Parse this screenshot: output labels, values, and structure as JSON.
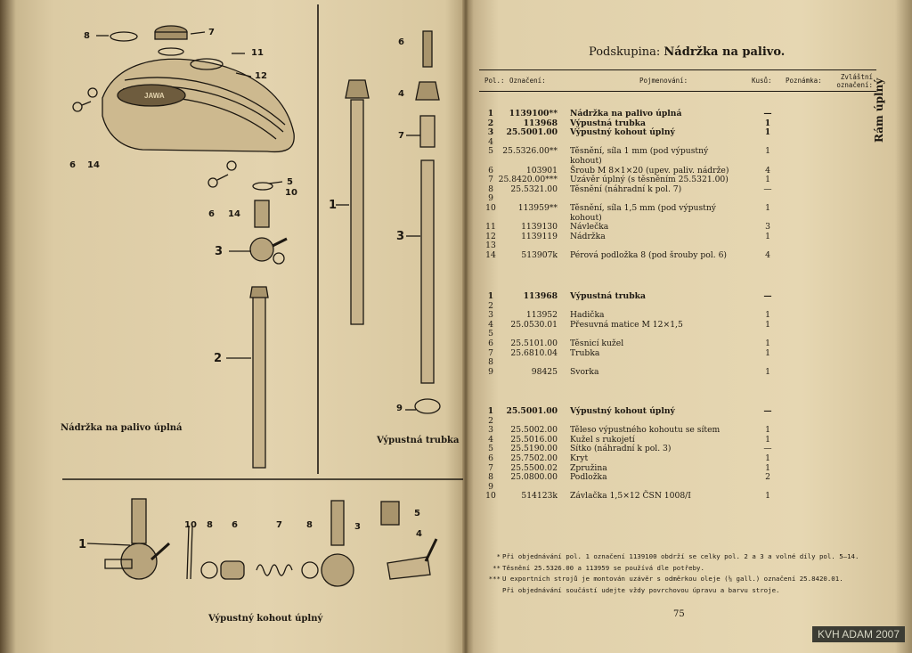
{
  "left_page": {
    "caption_tank": "Nádržka na palivo úplná",
    "caption_tube": "Výpustná trubka",
    "caption_cock": "Výpustný kohout úplný",
    "tank_brand": "JAWA",
    "callouts_tank": [
      "8",
      "7",
      "11",
      "12",
      "6",
      "14",
      "5",
      "10",
      "6",
      "14",
      "3",
      "2"
    ],
    "callouts_tube": [
      "6",
      "4",
      "7",
      "1",
      "3",
      "9"
    ],
    "callouts_cock": [
      "1",
      "10",
      "8",
      "6",
      "7",
      "8",
      "3",
      "5",
      "4"
    ]
  },
  "right_page": {
    "title_prefix": "Podskupina:",
    "title_main": "Nádržka na palivo.",
    "side_label": "Rám úplný",
    "headers": {
      "pos": "Pol.:",
      "code": "Označení:",
      "name": "Pojmenování:",
      "qty": "Kusů:",
      "note": "Poznámka:",
      "alt": "Zvláštní označení:"
    },
    "groups": [
      {
        "rows": [
          {
            "pos": "1",
            "code": "1139100**",
            "name": "Nádržka na palivo úplná",
            "qty": "—",
            "bold": true
          },
          {
            "pos": "2",
            "code": "113968",
            "name": "Výpustná trubka",
            "qty": "1",
            "bold": true
          },
          {
            "pos": "3",
            "code": "25.5001.00",
            "name": "Výpustný kohout úplný",
            "qty": "1",
            "bold": true
          },
          {
            "pos": "4",
            "code": "",
            "name": "",
            "qty": ""
          },
          {
            "pos": "5",
            "code": "25.5326.00**",
            "name": "Těsnění, síla 1 mm (pod výpustný",
            "qty": "1"
          },
          {
            "pos": "",
            "code": "",
            "name": "kohout)",
            "qty": ""
          },
          {
            "pos": "6",
            "code": "103901",
            "name": "Šroub M 8×1×20 (upev. paliv. nádrže)",
            "qty": "4"
          },
          {
            "pos": "7",
            "code": "25.8420.00***",
            "name": "Uzávěr úplný (s těsněním 25.5321.00)",
            "qty": "1"
          },
          {
            "pos": "8",
            "code": "25.5321.00",
            "name": "Těsnění (náhradní k pol. 7)",
            "qty": "—"
          },
          {
            "pos": "9",
            "code": "",
            "name": "",
            "qty": ""
          },
          {
            "pos": "10",
            "code": "113959**",
            "name": "Těsnění, síla 1,5 mm (pod výpustný",
            "qty": "1"
          },
          {
            "pos": "",
            "code": "",
            "name": "kohout)",
            "qty": ""
          },
          {
            "pos": "11",
            "code": "1139130",
            "name": "Návlečka",
            "qty": "3"
          },
          {
            "pos": "12",
            "code": "1139119",
            "name": "Nádržka",
            "qty": "1"
          },
          {
            "pos": "13",
            "code": "",
            "name": "",
            "qty": ""
          },
          {
            "pos": "14",
            "code": "513907k",
            "name": "Pérová podložka 8 (pod šrouby pol. 6)",
            "qty": "4"
          }
        ]
      },
      {
        "rows": [
          {
            "pos": "1",
            "code": "113968",
            "name": "Výpustná trubka",
            "qty": "—",
            "bold": true
          },
          {
            "pos": "2",
            "code": "",
            "name": "",
            "qty": ""
          },
          {
            "pos": "3",
            "code": "113952",
            "name": "Hadička",
            "qty": "1"
          },
          {
            "pos": "4",
            "code": "25.0530.01",
            "name": "Přesuvná matice M 12×1,5",
            "qty": "1"
          },
          {
            "pos": "5",
            "code": "",
            "name": "",
            "qty": ""
          },
          {
            "pos": "6",
            "code": "25.5101.00",
            "name": "Těsnicí kužel",
            "qty": "1"
          },
          {
            "pos": "7",
            "code": "25.6810.04",
            "name": "Trubka",
            "qty": "1"
          },
          {
            "pos": "8",
            "code": "",
            "name": "",
            "qty": ""
          },
          {
            "pos": "9",
            "code": "98425",
            "name": "Svorka",
            "qty": "1"
          }
        ]
      },
      {
        "rows": [
          {
            "pos": "1",
            "code": "25.5001.00",
            "name": "Výpustný kohout úplný",
            "qty": "—",
            "bold": true
          },
          {
            "pos": "2",
            "code": "",
            "name": "",
            "qty": ""
          },
          {
            "pos": "3",
            "code": "25.5002.00",
            "name": "Těleso výpustného kohoutu se sítem",
            "qty": "1"
          },
          {
            "pos": "4",
            "code": "25.5016.00",
            "name": "Kužel s rukojetí",
            "qty": "1"
          },
          {
            "pos": "5",
            "code": "25.5190.00",
            "name": "Sítko (náhradní k pol. 3)",
            "qty": "—"
          },
          {
            "pos": "6",
            "code": "25.7502.00",
            "name": "Kryt",
            "qty": "1"
          },
          {
            "pos": "7",
            "code": "25.5500.02",
            "name": "Zpružina",
            "qty": "1"
          },
          {
            "pos": "8",
            "code": "25.0800.00",
            "name": "Podložka",
            "qty": "2"
          },
          {
            "pos": "9",
            "code": "",
            "name": "",
            "qty": ""
          },
          {
            "pos": "10",
            "code": "514123k",
            "name": "Závlačka 1,5×12 ČSN 1008/I",
            "qty": "1"
          }
        ]
      }
    ],
    "footnotes": [
      {
        "mark": "*",
        "text": "Při objednávání pol. 1 označení 1139100 obdrží se celky pol. 2 a 3 a volné díly pol. 5—14."
      },
      {
        "mark": "**",
        "text": "Těsnění 25.5326.00 a 113959 se používá dle potřeby."
      },
      {
        "mark": "***",
        "text": "U exportních strojů je montován uzávěr s odměrkou oleje (⅛ gall.) označení 25.8420.01."
      },
      {
        "mark": "",
        "text": "Při objednávání součástí udejte vždy povrchovou úpravu a barvu stroje."
      }
    ],
    "page_number": "75"
  },
  "watermark": "KVH ADAM 2007"
}
